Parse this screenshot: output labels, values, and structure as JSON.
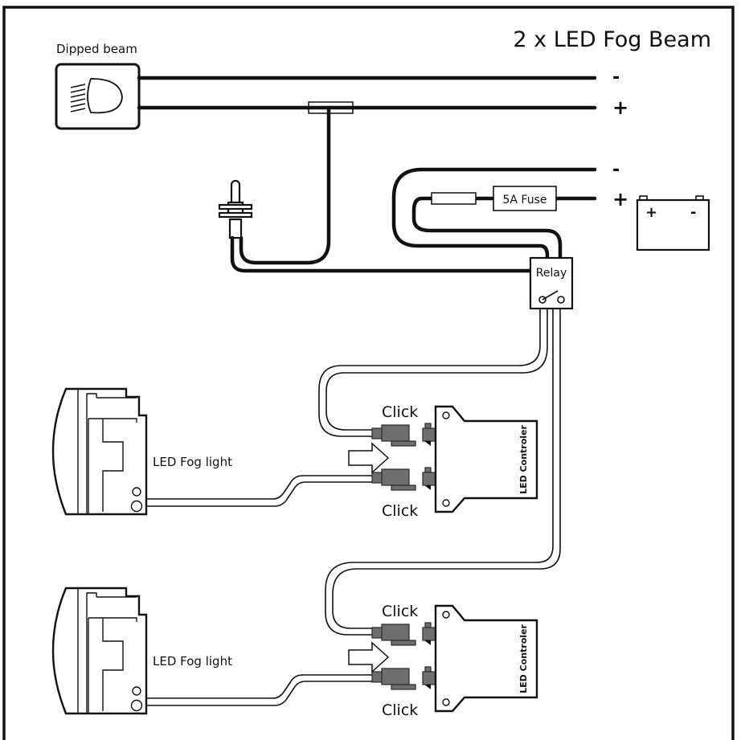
{
  "title": "2 x LED Fog Beam",
  "dipped_beam": {
    "label": "Dipped beam",
    "negative_label": "-",
    "positive_label": "+"
  },
  "battery_feed": {
    "negative_label": "-",
    "positive_label": "+",
    "fuse_label": "5A Fuse"
  },
  "battery": {
    "positive_terminal": "+",
    "negative_terminal": "-"
  },
  "relay": {
    "label": "Relay"
  },
  "fog_lights": [
    {
      "label": "LED Fog light",
      "controller_label": "LED Controler",
      "click_top": "Click",
      "click_bottom": "Click"
    },
    {
      "label": "LED Fog light",
      "controller_label": "LED Controler",
      "click_top": "Click",
      "click_bottom": "Click"
    }
  ],
  "colors": {
    "line": "#111111",
    "connector": "#6e6e6e",
    "background": "#ffffff"
  }
}
